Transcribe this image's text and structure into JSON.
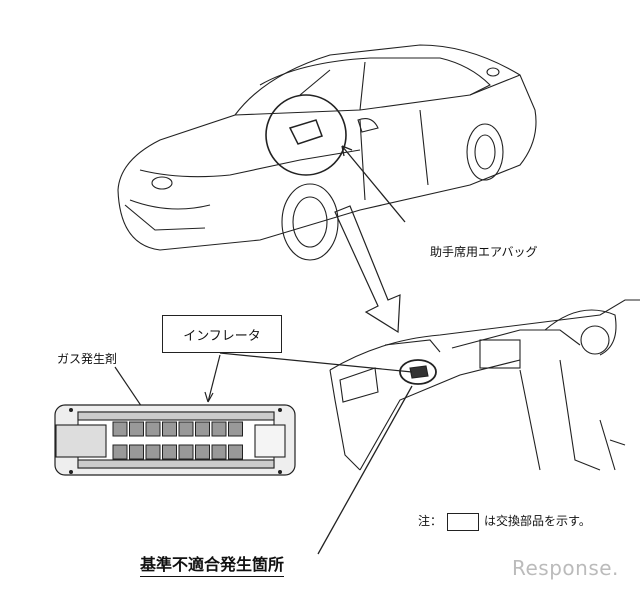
{
  "labels": {
    "airbag": "助手席用エアバッグ",
    "inflator": "インフレータ",
    "gas_generant": "ガス発生剤",
    "defect_location": "基準不適合発生箇所",
    "note_prefix": "注：",
    "note_suffix": "は交換部品を示す。"
  },
  "watermark": "Response."
}
